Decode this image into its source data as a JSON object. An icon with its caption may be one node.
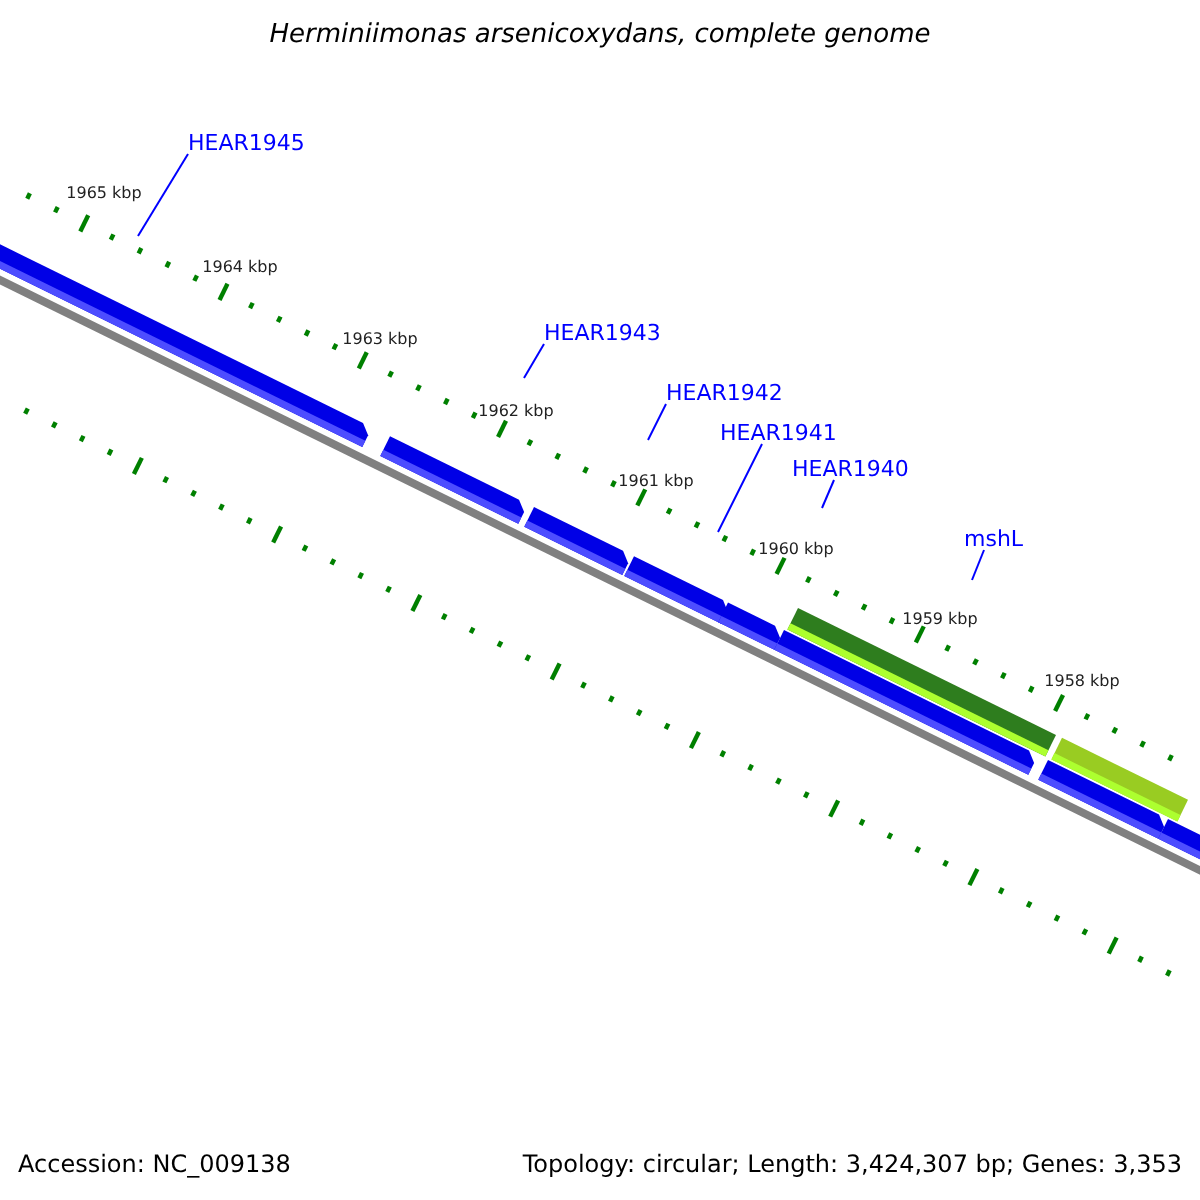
{
  "diagram": {
    "title": "Herminiimonas arsenicoxydans, complete genome",
    "nodes": [
      {
        "text": [
          "HEAR1945"
        ]
      },
      {
        "text": [
          "HEAR1943"
        ]
      },
      {
        "text": [
          "HEAR1942"
        ]
      },
      {
        "text": [
          "HEAR1941"
        ]
      },
      {
        "text": [
          "HEAR1940"
        ]
      },
      {
        "text": [
          "mshL"
        ]
      }
    ],
    "edges": [
      {
        "from": 0,
        "to": null,
        "arrow": "none"
      },
      {
        "from": 1,
        "to": null,
        "arrow": "none"
      },
      {
        "from": 2,
        "to": null,
        "arrow": "none"
      },
      {
        "from": 3,
        "to": null,
        "arrow": "none"
      },
      {
        "from": 4,
        "to": null,
        "arrow": "none"
      },
      {
        "from": 5,
        "to": null,
        "arrow": "none"
      }
    ],
    "labels": [
      "1965 kbp",
      "1964 kbp",
      "1963 kbp",
      "1962 kbp",
      "1961 kbp",
      "1960 kbp",
      "1959 kbp",
      "1958 kbp",
      "Accession: NC_009138",
      "Topology: circular; Length: 3,424,307 bp; Genes: 3,353"
    ]
  }
}
